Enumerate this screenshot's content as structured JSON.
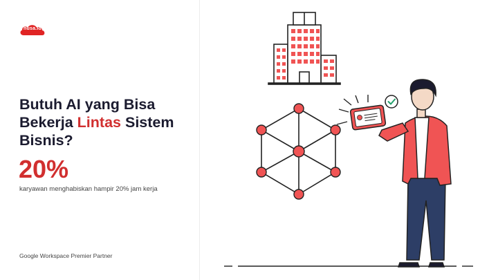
{
  "brand": {
    "logo_text": "nusa.id",
    "color": "#e02424"
  },
  "headline": {
    "line1": "Butuh AI yang Bisa",
    "line2_before": "Bekerja ",
    "line2_accent": "Lintas",
    "line2_after": " Sistem",
    "line3": "Bisnis?"
  },
  "stat": {
    "value": "20%",
    "description": "karyawan menghabiskan hampir 20% jam kerja"
  },
  "footer": {
    "partner_text": "Google Workspace Premier Partner"
  },
  "colors": {
    "accent": "#d12f2f",
    "text": "#1b1b2f",
    "node_fill": "#f05454"
  }
}
